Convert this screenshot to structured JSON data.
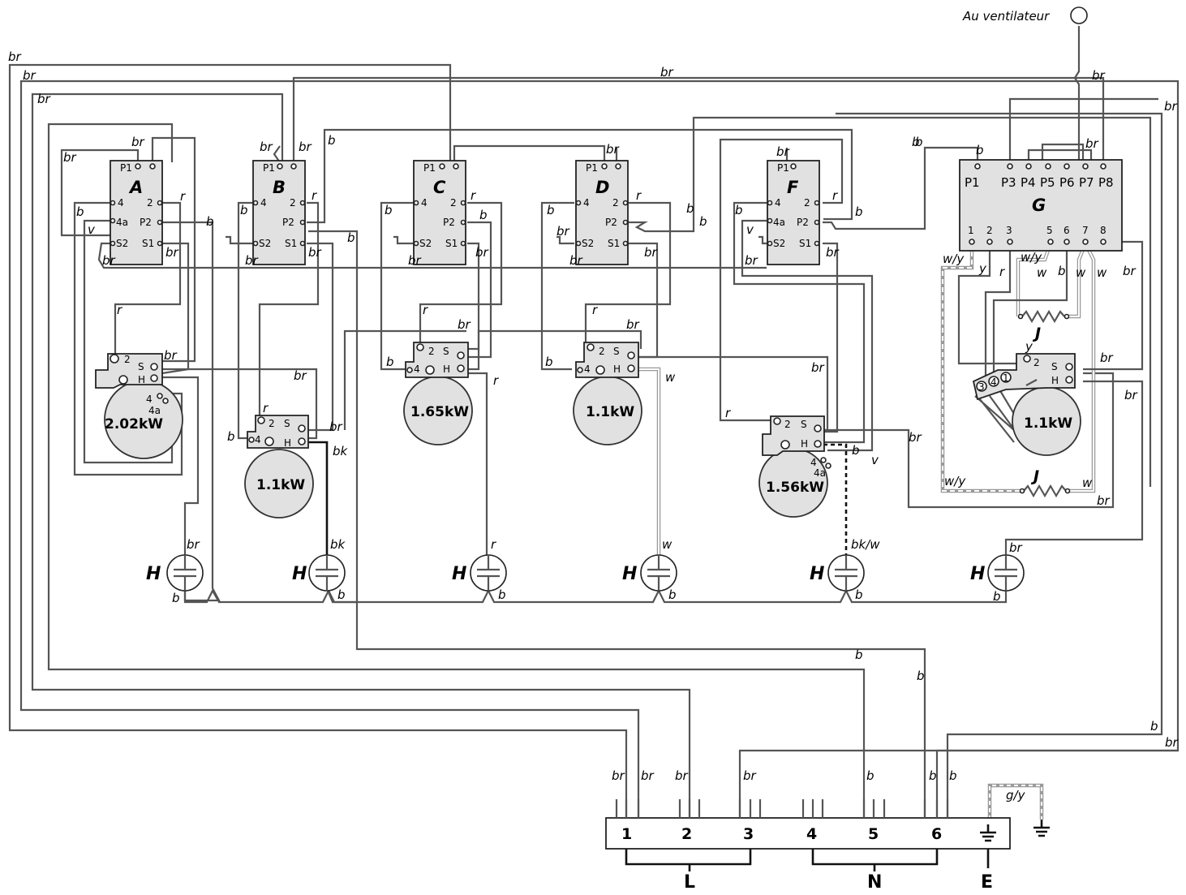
{
  "fan_label": "Au ventilateur",
  "switches": [
    {
      "id": "sw-a",
      "title": "A",
      "t": [
        "P1",
        "4",
        "4a",
        "S2",
        "2",
        "P2",
        "S1"
      ]
    },
    {
      "id": "sw-b",
      "title": "B",
      "t": [
        "P1",
        "4",
        "S2",
        "2",
        "P2",
        "S1"
      ]
    },
    {
      "id": "sw-c",
      "title": "C",
      "t": [
        "P1",
        "4",
        "S2",
        "2",
        "P2",
        "S1"
      ]
    },
    {
      "id": "sw-d",
      "title": "D",
      "t": [
        "P1",
        "4",
        "S2",
        "2",
        "P2",
        "S1"
      ]
    },
    {
      "id": "sw-f",
      "title": "F",
      "t": [
        "P1",
        "4",
        "4a",
        "S2",
        "2",
        "P2",
        "S1"
      ]
    }
  ],
  "switch_g": {
    "title": "G",
    "top": [
      "P1",
      "P3",
      "P4",
      "P5",
      "P6",
      "P7",
      "P8"
    ],
    "bottom": [
      "1",
      "2",
      "3",
      "5",
      "6",
      "7",
      "8"
    ]
  },
  "elements": [
    {
      "id": "el-a",
      "power": "2.02kW",
      "t": [
        "2",
        "S",
        "H",
        "4",
        "4a"
      ]
    },
    {
      "id": "el-b",
      "power": "1.1kW",
      "t": [
        "2",
        "S",
        "4",
        "H"
      ]
    },
    {
      "id": "el-c",
      "power": "1.65kW",
      "t": [
        "2",
        "S",
        "4",
        "H"
      ]
    },
    {
      "id": "el-d",
      "power": "1.1kW",
      "t": [
        "2",
        "S",
        "4",
        "H"
      ]
    },
    {
      "id": "el-f",
      "power": "1.56kW",
      "t": [
        "2",
        "S",
        "H",
        "4",
        "4a"
      ]
    },
    {
      "id": "el-g",
      "power": "1.1kW",
      "t": [
        "2",
        "S",
        "H",
        "3",
        "4",
        "1"
      ]
    }
  ],
  "resistor_label": "J",
  "indicator_label": "H",
  "terminal_block": {
    "terminals": [
      "1",
      "2",
      "3",
      "4",
      "5",
      "6"
    ],
    "groups": [
      "L",
      "N",
      "E"
    ]
  },
  "wire_colors": {
    "br": "#555555",
    "b": "#555555",
    "r": "#555555",
    "v": "#555555",
    "y": "#555555",
    "w": "#999999",
    "bk": "#111111",
    "w/y": "#999999",
    "g/y": "#999999",
    "bk/w": "#111111"
  },
  "wire_labels": {
    "top": [
      "br",
      "br",
      "br",
      "br",
      "br",
      "br"
    ],
    "sw_a": [
      "br",
      "br",
      "b",
      "v",
      "br",
      "r",
      "b",
      "br",
      "r",
      "br"
    ],
    "sw_b": [
      "br",
      "br",
      "b",
      "br",
      "r",
      "b",
      "br",
      "b",
      "r",
      "b",
      "br",
      "bk"
    ],
    "sw_c": [
      "b",
      "br",
      "r",
      "b",
      "br",
      "br",
      "b",
      "r"
    ],
    "sw_d": [
      "br",
      "b",
      "br",
      "r",
      "b",
      "br",
      "b",
      "br",
      "r",
      "w"
    ],
    "sw_f": [
      "b",
      "br",
      "b",
      "v",
      "br",
      "r",
      "b",
      "br",
      "r",
      "b",
      "v",
      "br"
    ],
    "sw_g": [
      "b",
      "br",
      "b",
      "w/y",
      "y",
      "r",
      "w/y",
      "w",
      "b",
      "w",
      "w",
      "br",
      "y",
      "br",
      "br",
      "w/y",
      "w",
      "br"
    ],
    "indicators": [
      "br",
      "bk",
      "r",
      "w",
      "bk/w",
      "br"
    ],
    "indicator_base": [
      "b",
      "b",
      "b",
      "b",
      "b",
      "b"
    ],
    "lower": [
      "b",
      "b",
      "b",
      "br"
    ],
    "terminal": [
      "br",
      "br",
      "br",
      "br",
      "b",
      "b",
      "b",
      "g/y"
    ]
  }
}
